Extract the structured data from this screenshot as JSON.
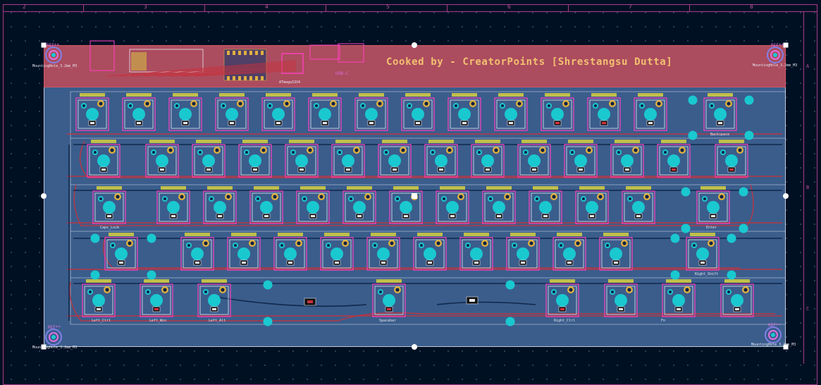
{
  "title": "Cooked by - CreatorPoints [Shrestangsu Dutta]",
  "ruler": {
    "top_labels": [
      "2",
      "3",
      "4",
      "5",
      "6",
      "7",
      "8"
    ],
    "side_labels": [
      "A",
      "B",
      "C"
    ]
  },
  "mounting_holes": {
    "ref": "REF**",
    "label": "MountingHole_3.2mm_M3"
  },
  "chip_labels": {
    "mcu": "ATmega32U4",
    "usb": "USB-C"
  },
  "key_labels": {
    "space": "Spacebar",
    "left_ctrl": "Left_Ctrl",
    "left_win": "Left_Win",
    "left_alt": "Left_Alt",
    "right_ctrl": "Right_Ctrl",
    "caps": "Caps_Lock",
    "enter": "Enter",
    "backspace": "Backspace",
    "shift_right": "Right_Shift",
    "fn": "Fn"
  },
  "colors": {
    "background": "#001023",
    "board": "#3a5d8c",
    "copper_red": "#c8323c",
    "silkscreen": "#e8e8f0",
    "courtyard": "#ff40c0",
    "pad": "#1ac8d0",
    "title_text": "#f2c070"
  }
}
